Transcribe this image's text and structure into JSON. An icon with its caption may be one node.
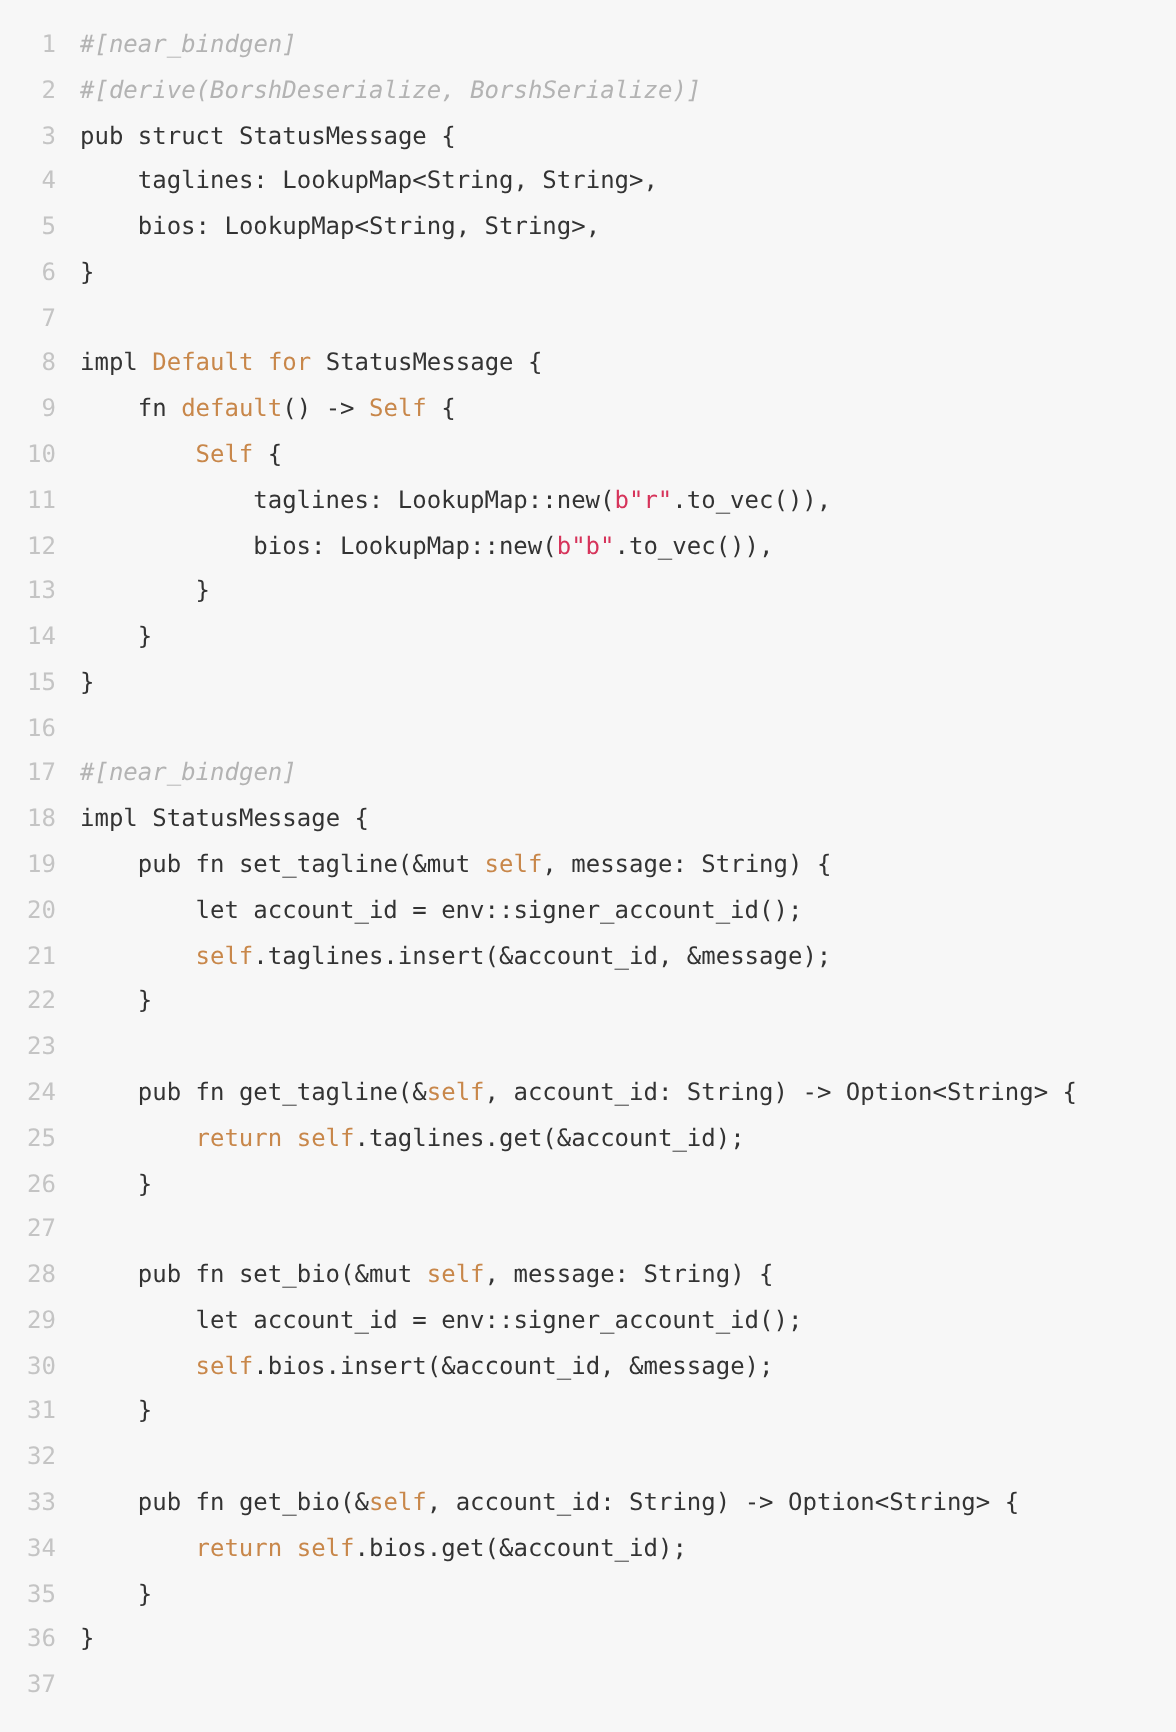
{
  "diagram": {
    "labels": [
      "1",
      "#[near_bindgen]",
      "2",
      "#[derive(BorshDeserialize, BorshSerialize)]",
      "3",
      "pub struct StatusMessage {",
      "4",
      "taglines: LookupMap<String, String>,",
      "5",
      "bios: LookupMap<String, String>,",
      "6",
      "}",
      "7",
      "8",
      "impl Default for StatusMessage {",
      "9",
      "fn default() -> Self {",
      "10",
      "Self {",
      "11",
      "taglines: LookupMap::new(b\"r\".to_vec()),",
      "12",
      "bios: LookupMap::new(b\"b\".to_vec()),",
      "13",
      "}",
      "14",
      "}",
      "15",
      "}",
      "16",
      "17",
      "#[near_bindgen]",
      "18",
      "impl StatusMessage {",
      "19",
      "pub fn set_tagline(&mut self, message: String) {",
      "20",
      "let account_id = env::signer_account_id();",
      "21",
      "self.taglines.insert(&account_id, &message);",
      "22",
      "}",
      "23",
      "24",
      "pub fn get_tagline(&self, account_id: String) -> Option<String> {",
      "25",
      "return self.taglines.get(&account_id);",
      "26",
      "}",
      "27",
      "28",
      "pub fn set_bio(&mut self, message: String) {",
      "29",
      "let account_id = env::signer_account_id();",
      "30",
      "self.bios.insert(&account_id, &message);",
      "31",
      "}",
      "32",
      "33",
      "pub fn get_bio(&self, account_id: String) -> Option<String> {",
      "34",
      "return self.bios.get(&account_id);",
      "35",
      "}",
      "36",
      "}",
      "37"
    ]
  }
}
